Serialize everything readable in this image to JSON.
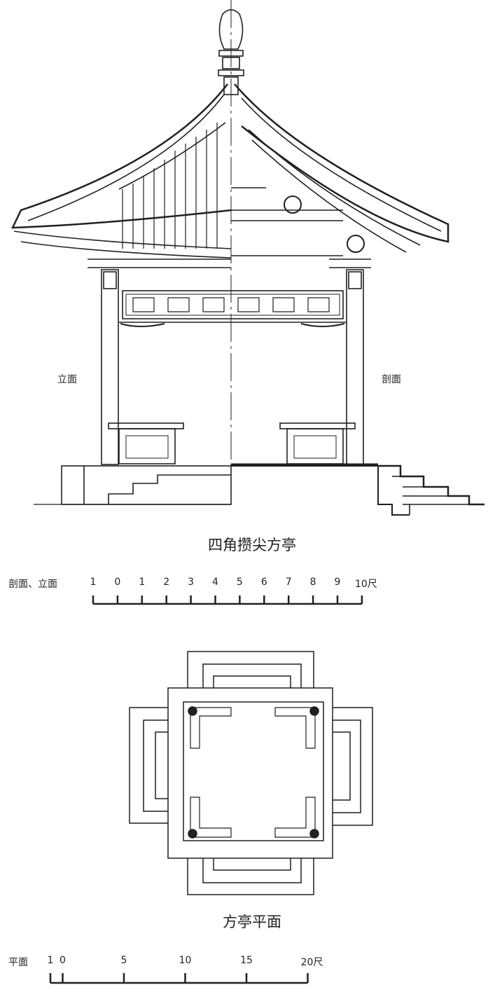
{
  "elevation": {
    "left_label": "立面",
    "right_label": "剖面",
    "title": "四角攒尖方亭"
  },
  "scale_elevation": {
    "label": "剖面、立面",
    "ticks": [
      "1",
      "0",
      "1",
      "2",
      "3",
      "4",
      "5",
      "6",
      "7",
      "8",
      "9",
      "10尺"
    ],
    "values": [
      -1,
      0,
      1,
      2,
      3,
      4,
      5,
      6,
      7,
      8,
      9,
      10
    ]
  },
  "plan": {
    "title": "方亭平面"
  },
  "scale_plan": {
    "label": "平面",
    "ticks": [
      "1",
      "0",
      "5",
      "10",
      "15",
      "20尺"
    ],
    "values": [
      -1,
      0,
      5,
      10,
      15,
      20
    ]
  },
  "colors": {
    "ink": "#231f20",
    "paper": "#ffffff"
  }
}
